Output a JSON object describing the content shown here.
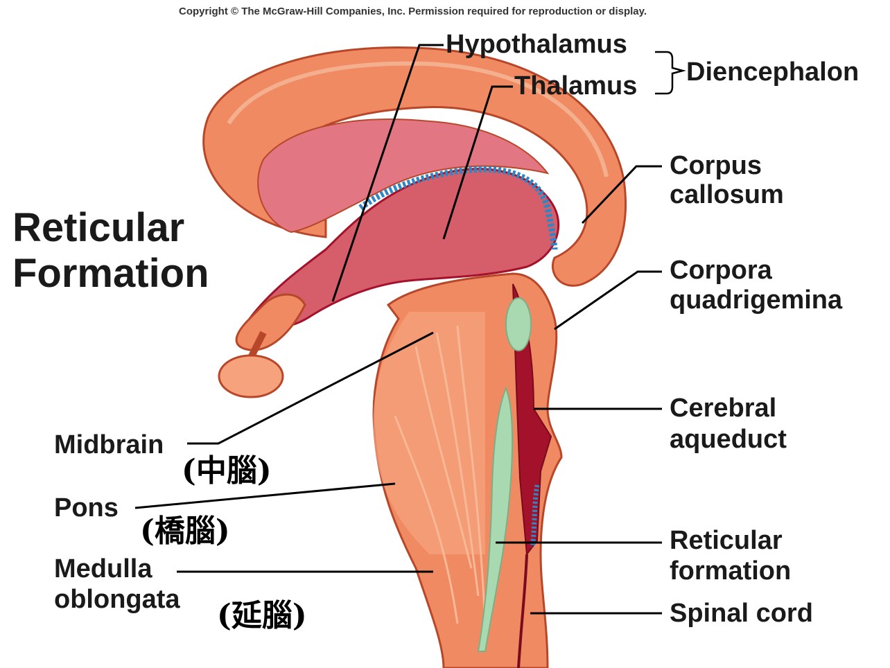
{
  "copyright": "Copyright © The McGraw-Hill Companies, Inc. Permission required for reproduction or display.",
  "title": {
    "line1": "Reticular",
    "line2": "Formation"
  },
  "labels": {
    "hypothalamus": "Hypothalamus",
    "thalamus": "Thalamus",
    "diencephalon": "Diencephalon",
    "corpus_callosum_1": "Corpus",
    "corpus_callosum_2": "callosum",
    "corpora_1": "Corpora",
    "corpora_2": "quadrigemina",
    "cerebral_1": "Cerebral",
    "cerebral_2": "aqueduct",
    "reticular_1": "Reticular",
    "reticular_2": "formation",
    "spinal_cord": "Spinal cord",
    "midbrain": "Midbrain",
    "pons": "Pons",
    "medulla_1": "Medulla",
    "medulla_2": "oblongata"
  },
  "chinese": {
    "midbrain": "(中腦)",
    "pons": "(橋腦)",
    "medulla": "(延腦)"
  },
  "colors": {
    "tissue": "#f08a62",
    "tissue_light": "#f6a27c",
    "inner": "#d9606a",
    "cavity": "#a3122a",
    "choroid": "#2f86c4",
    "reticular": "#a9d9b0",
    "line": "#000000"
  }
}
